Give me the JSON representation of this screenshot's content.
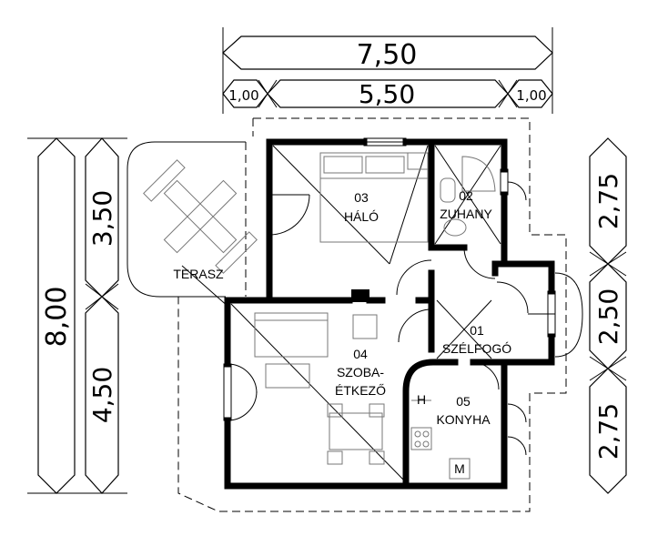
{
  "dimensions": {
    "top_total": "7,50",
    "top_left": "1,00",
    "top_middle": "5,50",
    "top_right": "1,00",
    "left_total": "8,00",
    "left_upper": "3,50",
    "left_lower": "4,50",
    "right_upper": "2,75",
    "right_middle": "2,50",
    "right_lower": "2,75"
  },
  "rooms": {
    "halo": {
      "number": "03",
      "name": "HÁLÓ"
    },
    "zuhany": {
      "number": "02",
      "name": "ZUHANY"
    },
    "szelfogo": {
      "number": "01",
      "name": "SZÉLFOGÓ"
    },
    "szoba": {
      "number": "04",
      "name_line1": "SZOBA-",
      "name_line2": "ÉTKEZŐ"
    },
    "konyha": {
      "number": "05",
      "name": "KONYHA"
    },
    "terasz": {
      "name": "TERASZ"
    }
  },
  "appliance_labels": {
    "hood": "H",
    "microwave": "M"
  }
}
